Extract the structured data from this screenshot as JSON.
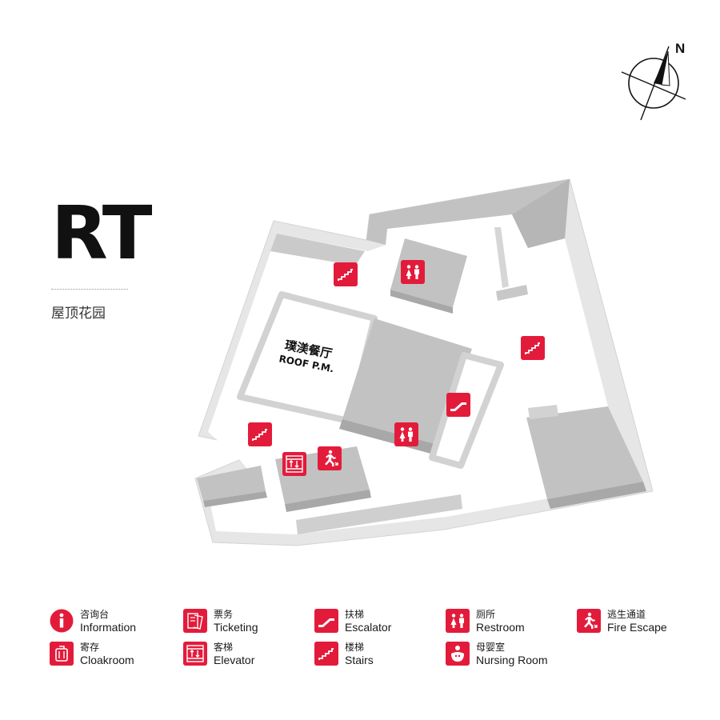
{
  "floor": {
    "code": "RT",
    "name": "屋顶花园"
  },
  "compass": {
    "north_label": "N"
  },
  "venue": {
    "name_zh": "璞渼餐厅",
    "name_en": "ROOF P.M."
  },
  "colors": {
    "brand_red": "#e31b3b",
    "floor": "#ffffff",
    "block": "#c2c2c2",
    "wall_outline": "#e6e6e6"
  },
  "map_icons": [
    {
      "id": "stairs-north",
      "icon": "stairs-icon"
    },
    {
      "id": "restroom-north",
      "icon": "restroom-icon"
    },
    {
      "id": "stairs-east",
      "icon": "stairs-icon"
    },
    {
      "id": "escalator",
      "icon": "escalator-icon"
    },
    {
      "id": "stairs-southwest",
      "icon": "stairs-icon"
    },
    {
      "id": "restroom-south",
      "icon": "restroom-icon"
    },
    {
      "id": "elevator",
      "icon": "elevator-icon"
    },
    {
      "id": "fire-escape",
      "icon": "fire-escape-icon"
    }
  ],
  "legend": [
    {
      "icon": "information-icon",
      "zh": "咨询台",
      "en": "Information"
    },
    {
      "icon": "cloakroom-icon",
      "zh": "寄存",
      "en": "Cloakroom"
    },
    {
      "icon": "ticketing-icon",
      "zh": "票务",
      "en": "Ticketing"
    },
    {
      "icon": "elevator-icon",
      "zh": "客梯",
      "en": "Elevator"
    },
    {
      "icon": "escalator-icon",
      "zh": "扶梯",
      "en": "Escalator"
    },
    {
      "icon": "stairs-icon",
      "zh": "楼梯",
      "en": "Stairs"
    },
    {
      "icon": "restroom-icon",
      "zh": "厕所",
      "en": "Restroom"
    },
    {
      "icon": "nursing-room-icon",
      "zh": "母婴室",
      "en": "Nursing Room"
    },
    {
      "icon": "fire-escape-icon",
      "zh": "逃生通道",
      "en": "Fire Escape"
    }
  ]
}
